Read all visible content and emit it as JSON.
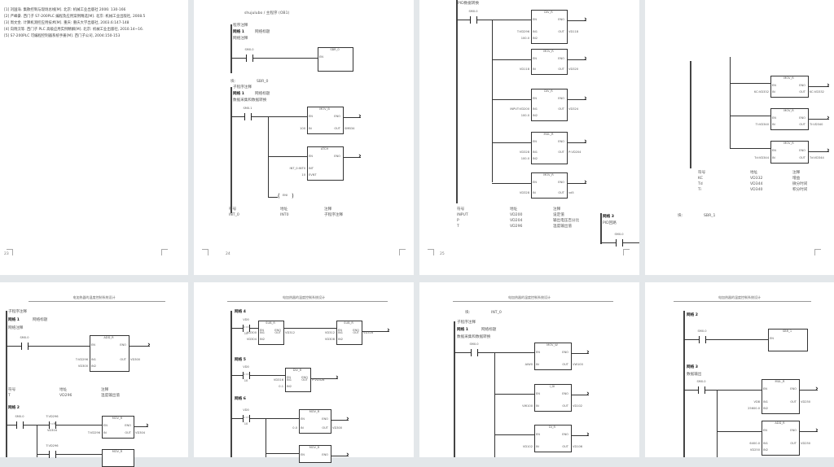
{
  "pages": [
    {
      "refs": [
        "[1] 刘国海. 集散控制与现场总线[M]. 北京: 机械工业出版社 2006: 130-166",
        "[2] 严峰豪. 西门子 S7-200PLC 编程及应用案例精选[M]. 北京: 机械工业出版社, 2008.5",
        "[3] 周文金. 计算机测控应用技术[M]. 重庆: 重庆大学出版社, 2003.6:147-148",
        "[4] 向晓汉等. 西门子 PLC 高级应用实例精解[M]. 北京: 机械工业出版社, 2010.14~16.",
        "[5] S7-200PLC 可编程控制器系统手册[M]. 西门子公司, 2004:150-153"
      ],
      "page_no": "23"
    },
    {
      "header": "shujulubo / 主程序 (OB1)",
      "prog_comment": "程序注释",
      "net1": "网络 1",
      "net1_title": "网络标题",
      "net_comment": "网络注释",
      "c1": "SM0.0",
      "sbr": {
        "name": "SBR_0",
        "en": "EN"
      },
      "block_label": "块:",
      "block_name": "SBR_0",
      "sub_comment": "子程序注释",
      "net1b": "网络 1",
      "net1b_title": "网络标题",
      "net1b_comment": "数据采集和数据转换",
      "c2": "SM0.1",
      "b1": {
        "name": "MOV_B",
        "en": "EN",
        "eno": "ENO",
        "inputs": [
          {
            "v": "100",
            "pin": "IN"
          }
        ],
        "outputs": [
          {
            "v": "SMB34",
            "pin": "OUT"
          }
        ]
      },
      "b2": {
        "name": "ATCH",
        "en": "EN",
        "eno": "ENO",
        "inputs": [
          {
            "v": "INT_0:INT0",
            "pin": "INT"
          },
          {
            "v": "10",
            "pin": "EVNT"
          }
        ],
        "outputs": []
      },
      "coil": "ENI",
      "table": {
        "h": [
          "符号",
          "地址",
          "注释"
        ],
        "rows": [
          [
            "INT_0",
            "INT0",
            "子程序注释"
          ]
        ]
      },
      "page_no": "24"
    },
    {
      "top": "PID数据转换",
      "c1": "SM0.0",
      "boxes": [
        {
          "name": "DIV_R",
          "en": "EN",
          "eno": "ENO",
          "inputs": [
            {
              "v": "T:VD296",
              "pin": "IN1"
            },
            {
              "v": "100.0",
              "pin": "IN2"
            }
          ],
          "outputs": [
            {
              "v": "VD118",
              "pin": "OUT"
            }
          ]
        },
        {
          "name": "MOV_R",
          "en": "EN",
          "eno": "ENO",
          "inputs": [
            {
              "v": "VD118",
              "pin": "IN"
            }
          ],
          "outputs": [
            {
              "v": "VD320",
              "pin": "OUT"
            }
          ]
        },
        {
          "name": "DIV_R",
          "en": "EN",
          "eno": "ENO",
          "inputs": [
            {
              "v": "INPUT:VD200",
              "pin": "IN1"
            },
            {
              "v": "100.0",
              "pin": "IN2"
            }
          ],
          "outputs": [
            {
              "v": "VD324",
              "pin": "OUT"
            }
          ]
        },
        {
          "name": "MUL_R",
          "en": "EN",
          "eno": "ENO",
          "inputs": [
            {
              "v": "VD328",
              "pin": "IN1"
            },
            {
              "v": "100.0",
              "pin": "IN2"
            }
          ],
          "outputs": [
            {
              "v": "P:VD204",
              "pin": "OUT"
            }
          ]
        },
        {
          "name": "MOV_R",
          "en": "EN",
          "eno": "ENO",
          "inputs": [
            {
              "v": "VD328",
              "pin": "IN"
            }
          ],
          "outputs": [
            {
              "v": "vd5",
              "pin": "OUT"
            }
          ]
        }
      ],
      "table": {
        "h": [
          "符号",
          "地址",
          "注释"
        ],
        "rows": [
          [
            "INPUT",
            "VD200",
            "设定值"
          ],
          [
            "P",
            "VD204",
            "输出电压百分比"
          ],
          [
            "T",
            "VD296",
            "温度输出值"
          ]
        ]
      },
      "net3": "网络 3",
      "net3_comment": "PID回路",
      "c3": "SM0.0",
      "page_no": "25"
    },
    {
      "boxes": [
        {
          "name": "MOV_R",
          "en": "EN",
          "eno": "ENO",
          "inputs": [
            {
              "v": "KC:VD332",
              "pin": "IN"
            }
          ],
          "outputs": [
            {
              "v": "KC:VD332",
              "pin": "OUT"
            }
          ]
        },
        {
          "name": "MOV_R",
          "en": "EN",
          "eno": "ENO",
          "inputs": [
            {
              "v": "Ti:VD340",
              "pin": "IN"
            }
          ],
          "outputs": [
            {
              "v": "Ti:VD340",
              "pin": "OUT"
            }
          ]
        },
        {
          "name": "MOV_R",
          "en": "EN",
          "eno": "ENO",
          "inputs": [
            {
              "v": "Td:VD344",
              "pin": "IN"
            }
          ],
          "outputs": [
            {
              "v": "Td:VD344",
              "pin": "OUT"
            }
          ]
        }
      ],
      "table": {
        "h": [
          "符号",
          "地址",
          "注释"
        ],
        "rows": [
          [
            "KC",
            "VD332",
            "增益"
          ],
          [
            "Td",
            "VD344",
            "微分时间"
          ],
          [
            "Ti",
            "VD340",
            "积分时间"
          ]
        ]
      },
      "block_label": "块:",
      "block_name": "SBR_1"
    },
    {
      "header": "电加热器的温度控制系统设计",
      "sub_comment": "子程序注释",
      "net1": "网络 1",
      "net1_title": "网络标题",
      "net_comment": "网络注释",
      "c1": "SM0.0",
      "b1": {
        "name": "ADD_R",
        "en": "EN",
        "eno": "ENO",
        "inputs": [
          {
            "v": "T:VD296",
            "pin": "IN1"
          },
          {
            "v": "VD300",
            "pin": "IN2"
          }
        ],
        "outputs": [
          {
            "v": "VD300",
            "pin": "OUT"
          }
        ]
      },
      "table": {
        "h": [
          "符号",
          "地址",
          "注释"
        ],
        "rows": [
          [
            "T",
            "VD296",
            "温度输出值"
          ]
        ]
      },
      "net2": "网络 2",
      "c2": "SM0.0",
      "cmp1": {
        "top": "T:VD296",
        "op": ">=R",
        "bottom": "VD304"
      },
      "b2": {
        "name": "MOV_R",
        "en": "EN",
        "eno": "ENO",
        "inputs": [
          {
            "v": "T:VD296",
            "pin": "IN"
          }
        ],
        "outputs": [
          {
            "v": "VD304",
            "pin": "OUT"
          }
        ]
      },
      "cmp2": {
        "top": "T:VD296"
      },
      "b3": {
        "name": "MOV_R"
      }
    },
    {
      "header": "电加热器的温度控制系统设计",
      "net4": "网络 4",
      "c4": {
        "top": "VD0",
        "op": "==I",
        "bottom": "10"
      },
      "b4a": {
        "name": "SUB_R",
        "en": "EN",
        "eno": "ENO",
        "inputs": [
          {
            "v": "VD300",
            "pin": "IN1"
          },
          {
            "v": "VD304",
            "pin": "IN2"
          }
        ],
        "outputs": [
          {
            "v": "VD312",
            "pin": "OUT"
          }
        ]
      },
      "b4b": {
        "name": "SUB_R",
        "en": "EN",
        "eno": "ENO",
        "inputs": [
          {
            "v": "VD312",
            "pin": "IN1"
          },
          {
            "v": "VD308",
            "pin": "IN2"
          }
        ],
        "outputs": [
          {
            "v": "VD316",
            "pin": "OUT"
          }
        ]
      },
      "net5": "网络 5",
      "c5": {
        "top": "VD0",
        "op": "==I",
        "bottom": "10"
      },
      "b5": {
        "name": "DIV_R",
        "en": "EN",
        "eno": "ENO",
        "inputs": [
          {
            "v": "VD316",
            "pin": "IN1"
          },
          {
            "v": "0.1",
            "pin": "IN2"
          }
        ],
        "outputs": [
          {
            "v": "P:VD328",
            "pin": "OUT"
          }
        ]
      },
      "net6": "网络 6",
      "c6": {
        "top": "VD0",
        "op": "==I",
        "bottom": "10"
      },
      "b6a": {
        "name": "MOV_R",
        "en": "EN",
        "eno": "ENO",
        "inputs": [
          {
            "v": "0.0",
            "pin": "IN"
          }
        ],
        "outputs": [
          {
            "v": "VD300",
            "pin": "OUT"
          }
        ]
      },
      "b6b": {
        "name": "MOV_R",
        "en": "EN",
        "eno": "ENO"
      }
    },
    {
      "header": "电加热器的温度控制系统设计",
      "block_label": "块:",
      "block_name": "INT_0",
      "sub_comment": "子程序注释",
      "net1": "网络 1",
      "net1_title": "网络标题",
      "net_comment": "数据采集和数据转换",
      "c1": "SM0.0",
      "boxes": [
        {
          "name": "MOV_W",
          "en": "EN",
          "eno": "ENO",
          "inputs": [
            {
              "v": "AIW0",
              "pin": "IN"
            }
          ],
          "outputs": [
            {
              "v": "VW100",
              "pin": "OUT"
            }
          ]
        },
        {
          "name": "I_DI",
          "en": "EN",
          "eno": "ENO",
          "inputs": [
            {
              "v": "VW100",
              "pin": "IN"
            }
          ],
          "outputs": [
            {
              "v": "VD102",
              "pin": "OUT"
            }
          ]
        },
        {
          "name": "DI_R",
          "en": "EN",
          "eno": "ENO",
          "inputs": [
            {
              "v": "VD102",
              "pin": "IN"
            }
          ],
          "outputs": [
            {
              "v": "VD106",
              "pin": "OUT"
            }
          ]
        }
      ]
    },
    {
      "header": "电加热器的温度控制系统设计",
      "net2": "网络 2",
      "c2": "SM0.0",
      "sbr": {
        "name": "SBR_1",
        "en": "EN"
      },
      "net3": "网络 3",
      "net3_comment": "数据输出",
      "c3": "SM0.0",
      "b1": {
        "name": "MUL_R",
        "en": "EN",
        "eno": "ENO",
        "inputs": [
          {
            "v": "VD8",
            "pin": "IN1"
          },
          {
            "v": "25600.0",
            "pin": "IN2"
          }
        ],
        "outputs": [
          {
            "v": "VD250",
            "pin": "OUT"
          }
        ]
      },
      "b2": {
        "name": "ADD_R",
        "en": "EN",
        "eno": "ENO",
        "inputs": [
          {
            "v": "6400.0",
            "pin": "IN1"
          },
          {
            "v": "VD250",
            "pin": "IN2"
          }
        ],
        "outputs": [
          {
            "v": "VD250",
            "pin": "OUT"
          }
        ]
      }
    }
  ],
  "colors": {
    "background": "#e3e7ea",
    "page": "#ffffff",
    "ink": "#333333"
  }
}
